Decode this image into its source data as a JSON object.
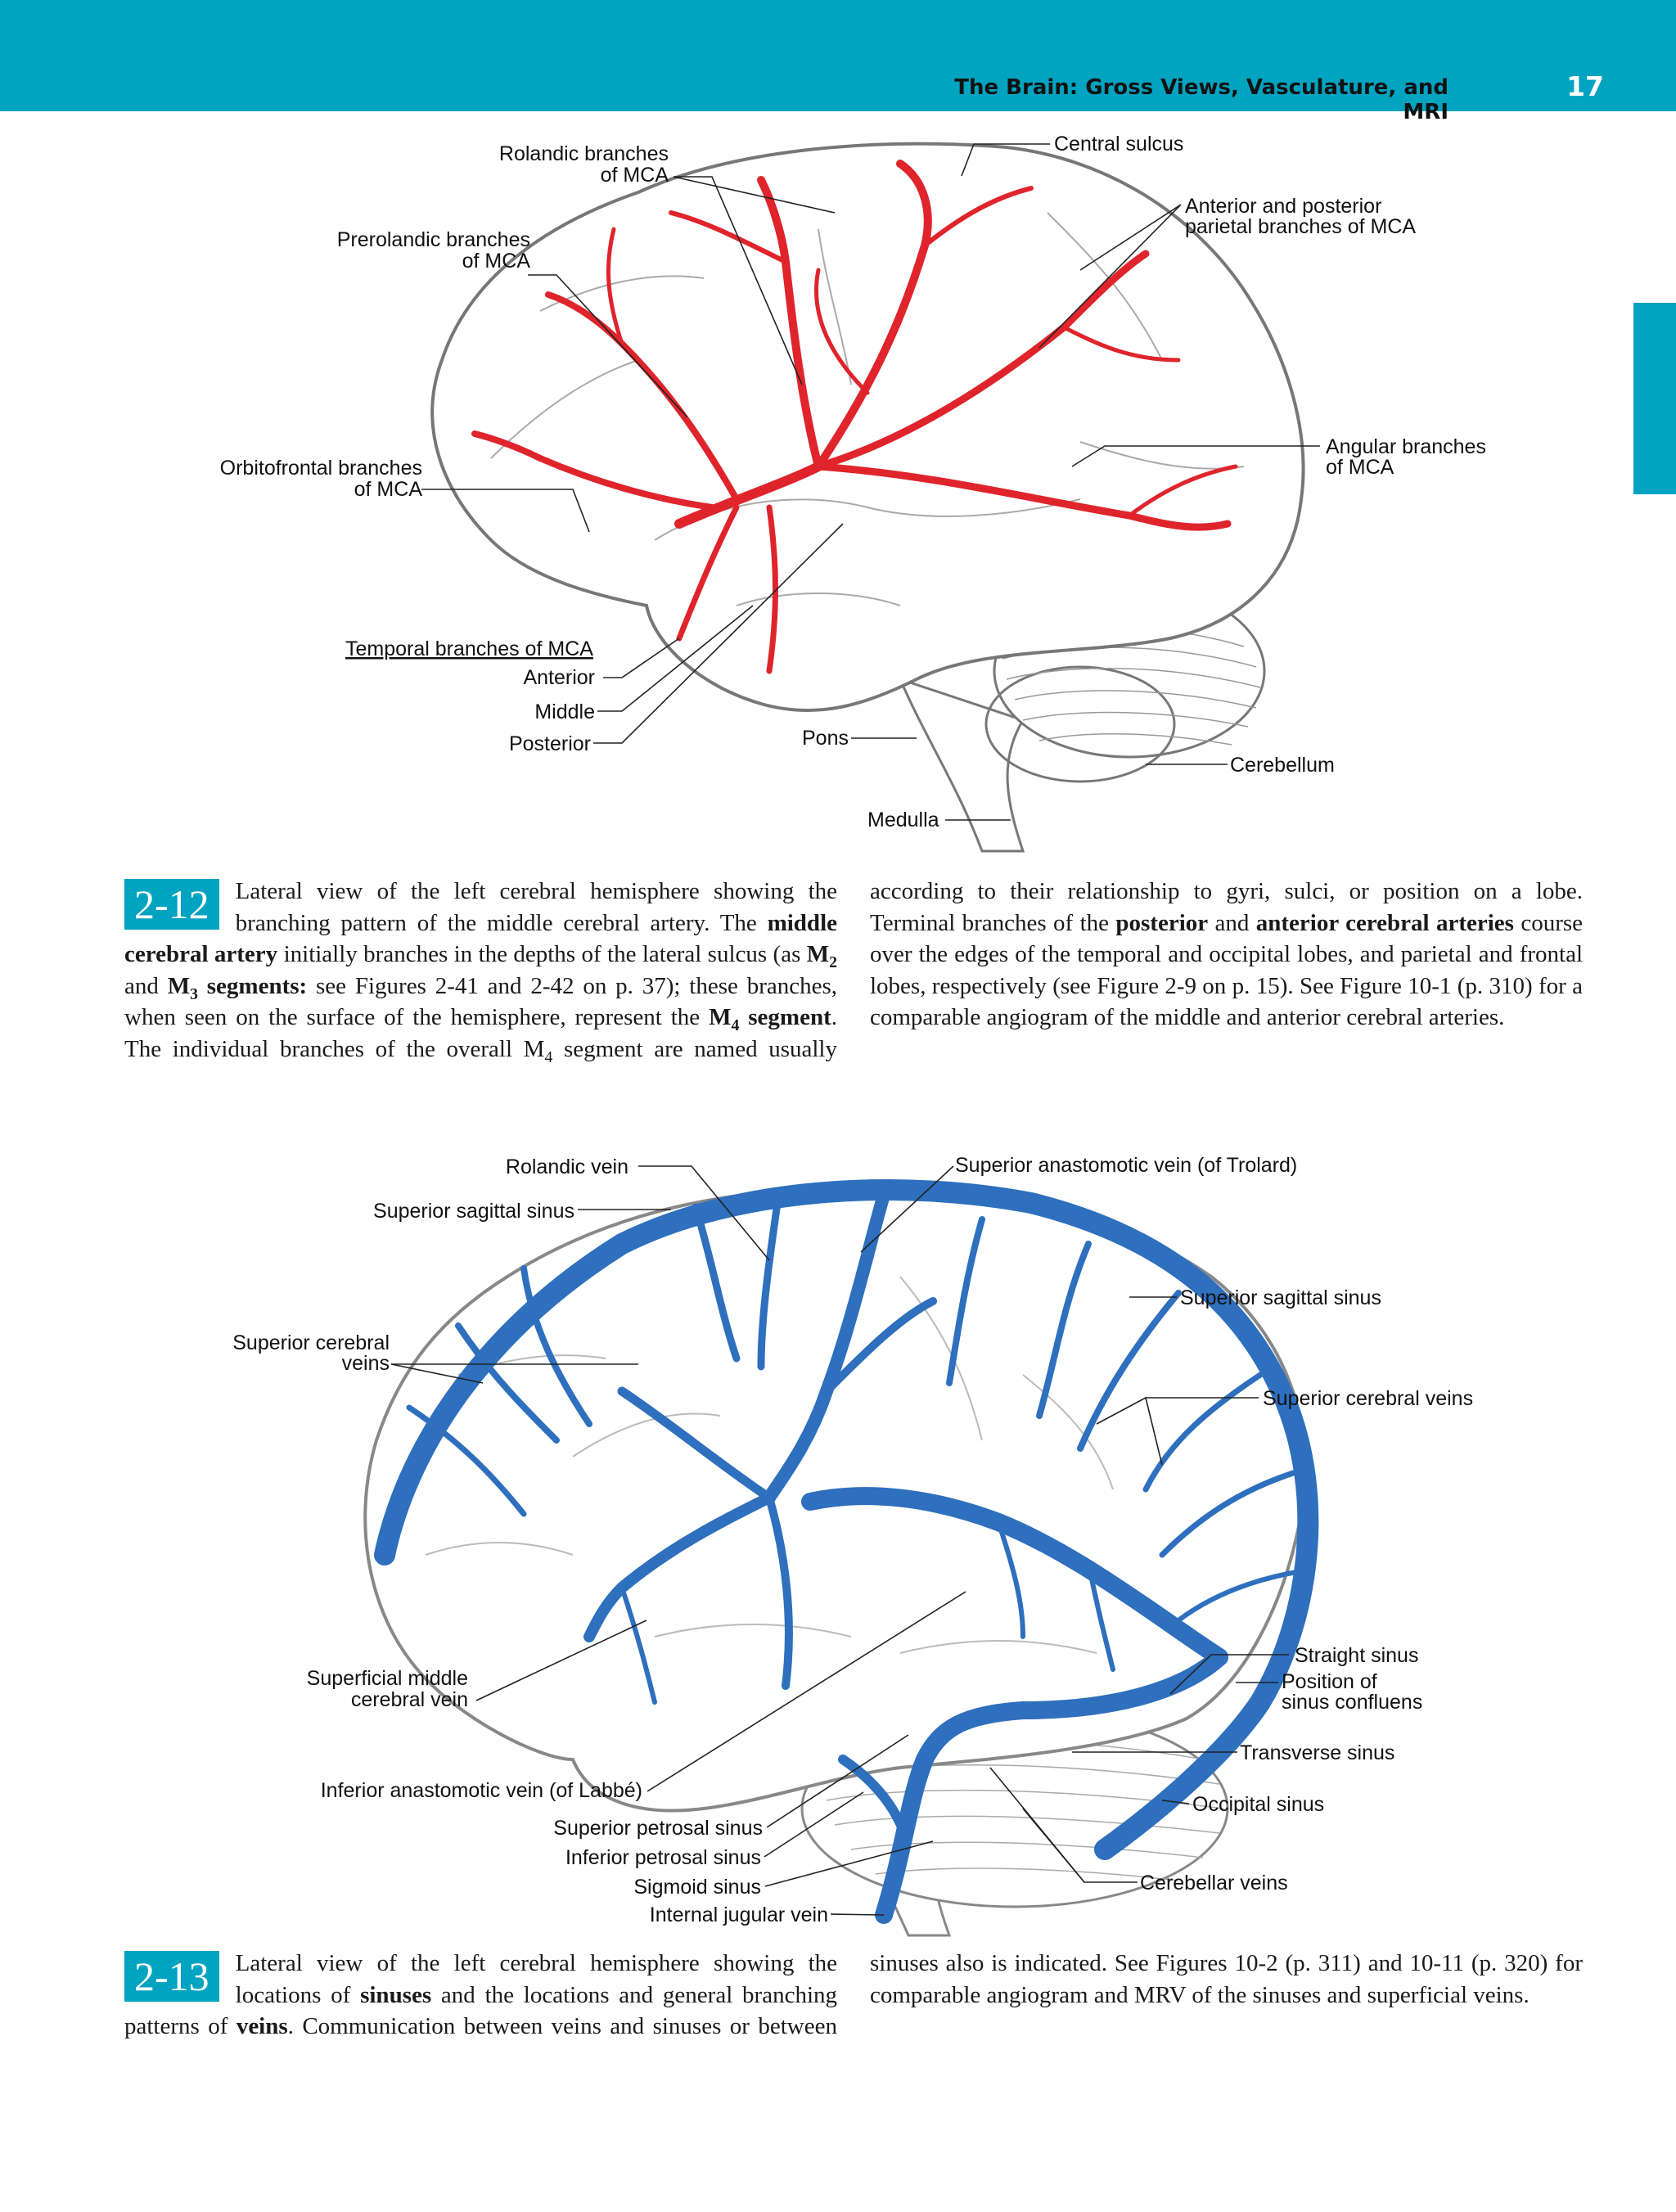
{
  "header": {
    "running_head": "The Brain: Gross Views, Vasculature, and MRI",
    "page_number": "17"
  },
  "colors": {
    "accent": "#00a3c0",
    "artery": "#e0242b",
    "vein": "#2e6fbe"
  },
  "figure_2_12": {
    "labels": {
      "rolandic_1": "Rolandic branches",
      "rolandic_2": "of MCA",
      "central_sulcus": "Central sulcus",
      "parietal_1": "Anterior and posterior",
      "parietal_2": "parietal branches of MCA",
      "prerolandic_1": "Prerolandic branches",
      "prerolandic_2": "of MCA",
      "angular_1": "Angular branches",
      "angular_2": "of MCA",
      "orbitofrontal_1": "Orbitofrontal branches",
      "orbitofrontal_2": "of MCA",
      "temporal_title": "Temporal branches of MCA",
      "anterior": "Anterior",
      "middle": "Middle",
      "posterior": "Posterior",
      "pons": "Pons",
      "cerebellum": "Cerebellum",
      "medulla": "Medulla"
    },
    "caption": {
      "badge": "2-12",
      "p1": "Lateral view of the left cerebral hemisphere showing the branching pattern of the middle cerebral artery. The ",
      "b1": "middle cerebral artery",
      "p2": " initially branches in the depths of the lateral sulcus (as ",
      "b2a": "M",
      "b2sub": "2",
      "p3": " and ",
      "b3a": "M",
      "b3sub": "3",
      "b3b": " segments:",
      "p4": " see Figures 2-41 and 2-42 on p. 37); these branches, when seen on the surface of the hemisphere, represent the ",
      "b4a": "M",
      "b4sub": "4",
      "b4b": " segment",
      "p5": ". The individual branches of the overall M",
      "p5sub": "4",
      "p6": " segment are named usually according to their relationship to gyri, sulci, or position on a lobe. Terminal branches of the ",
      "b5": "posterior",
      "p7": " and ",
      "b6": "anterior cerebral arteries",
      "p8": " course over the edges of the temporal and occipital lobes, and parietal and frontal lobes, respectively (see Figure 2-9 on p. 15). See Figure 10-1 (p. 310) for a comparable angiogram of the middle and anterior cerebral arteries."
    }
  },
  "figure_2_13": {
    "labels": {
      "rolandic_vein": "Rolandic vein",
      "trolard": "Superior anastomotic vein (of Trolard)",
      "sss_left": "Superior sagittal sinus",
      "sss_right": "Superior sagittal sinus",
      "scv_left_1": "Superior cerebral",
      "scv_left_2": "veins",
      "scv_right": "Superior cerebral veins",
      "straight_sinus": "Straight sinus",
      "confluens_1": "Position of",
      "confluens_2": "sinus confluens",
      "smcv_1": "Superficial middle",
      "smcv_2": "cerebral vein",
      "transverse_sinus": "Transverse sinus",
      "labbe": "Inferior anastomotic vein (of Labbé)",
      "occipital_sinus": "Occipital sinus",
      "sup_petrosal": "Superior petrosal sinus",
      "inf_petrosal": "Inferior petrosal sinus",
      "sigmoid_sinus": "Sigmoid sinus",
      "cerebellar_veins": "Cerebellar veins",
      "internal_jugular": "Internal jugular vein"
    },
    "caption": {
      "badge": "2-13",
      "p1": "Lateral view of the left cerebral hemisphere showing the locations of ",
      "b1": "sinuses",
      "p2": " and the locations and general branching patterns of ",
      "b2": "veins",
      "p3": ". Communication between veins and sinuses or between sinuses also is indicated. See Figures 10-2 (p. 311) and 10-11 (p. 320) for comparable angiogram and MRV of the sinuses and superficial veins."
    }
  }
}
